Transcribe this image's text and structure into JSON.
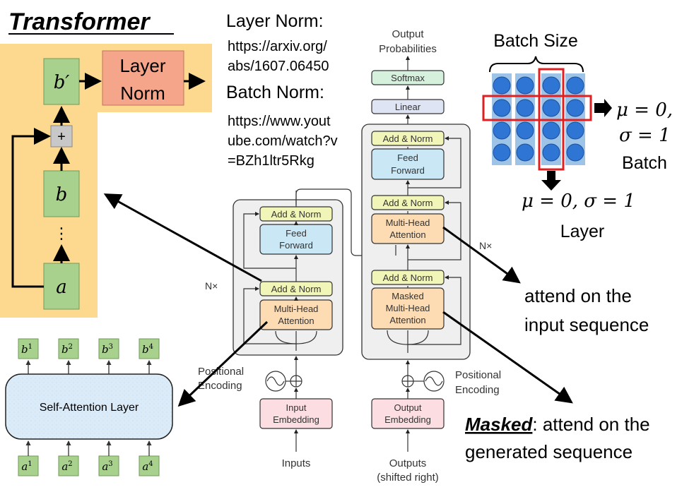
{
  "title": "Transformer",
  "refs": {
    "layer_norm_title": "Layer Norm:",
    "layer_norm_url_1": "https://arxiv.org/",
    "layer_norm_url_2": "abs/1607.06450",
    "batch_norm_title": "Batch Norm:",
    "batch_norm_url_1": "https://www.yout",
    "batch_norm_url_2": "ube.com/watch?v",
    "batch_norm_url_3": "=BZh1ltr5Rkg"
  },
  "residual": {
    "b_prime": "b′",
    "b": "b",
    "a": "a",
    "plus": "+",
    "ellipsis": "⋮",
    "layer_norm_1": "Layer",
    "layer_norm_2": "Norm"
  },
  "self_attention": {
    "label": "Self-Attention Layer",
    "outputs": [
      "b",
      "b",
      "b",
      "b"
    ],
    "output_sups": [
      "1",
      "2",
      "3",
      "4"
    ],
    "inputs": [
      "a",
      "a",
      "a",
      "a"
    ],
    "input_sups": [
      "1",
      "2",
      "3",
      "4"
    ]
  },
  "encoder": {
    "add_norm": "Add & Norm",
    "feed_forward_1": "Feed",
    "feed_forward_2": "Forward",
    "multi_head_1": "Multi-Head",
    "multi_head_2": "Attention",
    "nx": "N×",
    "positional_1": "Positional",
    "positional_2": "Encoding",
    "embedding_1": "Input",
    "embedding_2": "Embedding",
    "inputs": "Inputs"
  },
  "decoder": {
    "output_probs_1": "Output",
    "output_probs_2": "Probabilities",
    "softmax": "Softmax",
    "linear": "Linear",
    "add_norm": "Add & Norm",
    "feed_forward_1": "Feed",
    "feed_forward_2": "Forward",
    "multi_head_1": "Multi-Head",
    "multi_head_2": "Attention",
    "masked_1": "Masked",
    "masked_2": "Multi-Head",
    "masked_3": "Attention",
    "nx": "N×",
    "positional_1": "Positional",
    "positional_2": "Encoding",
    "embedding_1": "Output",
    "embedding_2": "Embedding",
    "outputs_1": "Outputs",
    "outputs_2": "(shifted right)"
  },
  "norm_compare": {
    "batch_size": "Batch Size",
    "mu_sigma_right_1": "μ = 0,",
    "mu_sigma_right_2": "σ = 1",
    "batch": "Batch",
    "mu_sigma_bottom": "μ = 0, σ = 1",
    "layer": "Layer"
  },
  "annotations": {
    "attend_input_1": "attend on the",
    "attend_input_2": "input sequence",
    "masked_word": "Masked",
    "masked_rest": ": attend on the",
    "generated": "generated sequence"
  },
  "colors": {
    "orange_bg": "#fdd98f",
    "green_block": "#a9d18e",
    "salmon_block": "#f4a58a",
    "add_norm": "#f2f5b8",
    "feed_forward": "#c9e7f5",
    "attention": "#fddcb4",
    "embedding": "#fbdde2",
    "softmax": "#d5f0dc",
    "linear": "#dfe4f5",
    "batch_column": "#9dc3e6",
    "batch_dot": "#2e75d4",
    "highlight_red": "#e02020"
  }
}
